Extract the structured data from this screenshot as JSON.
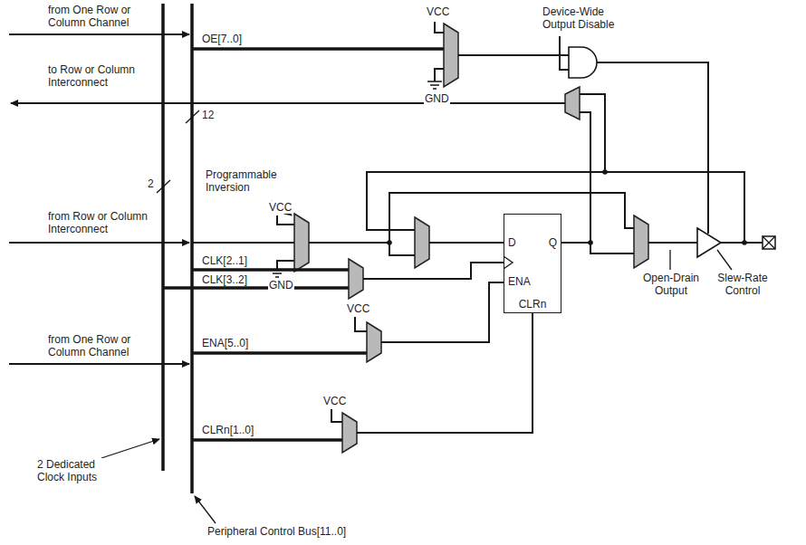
{
  "diagram": {
    "nodes": [
      {
        "text": [
          "D",
          "Q",
          "ENA",
          "CLRn"
        ]
      }
    ],
    "labels": [
      "from One Row or Column Channel",
      "OE[7..0]",
      "VCC",
      "GND",
      "Device-Wide Output Disable",
      "to Row or Column Interconnect",
      "12",
      "2",
      "Programmable Inversion",
      "from Row or Column Interconnect",
      "VCC",
      "GND",
      "CLK[2..1]",
      "CLK[3..2]",
      "Open-Drain Output",
      "Slew-Rate Control",
      "from One Row or Column Channel",
      "ENA[5..0]",
      "VCC",
      "CLRn[1..0]",
      "VCC",
      "2 Dedicated Clock Inputs",
      "Peripheral Control Bus[11..0]"
    ]
  }
}
